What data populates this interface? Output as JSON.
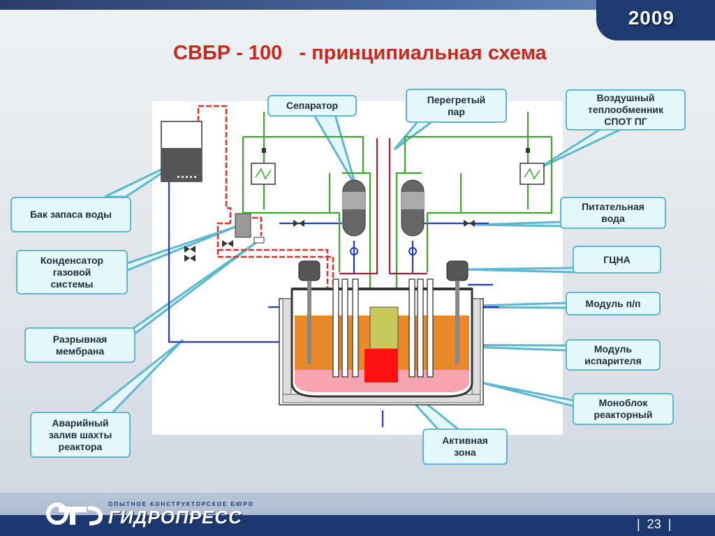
{
  "header": {
    "year": "2009",
    "title": "СВБР - 100   - принципиальная схема"
  },
  "labels": {
    "separator": "Сепаратор",
    "superheated_steam": "Перегретый\nпар",
    "air_heat_exchanger": "Воздушный\nтеплообменник\nСПОТ ПГ",
    "water_tank": "Бак запаса воды",
    "feed_water": "Питательная\nвода",
    "gas_condenser": "Конденсатор\nгазовой\nсистемы",
    "gcna": "ГЦНА",
    "module_pp": "Модуль п/п",
    "rupture_membrane": "Разрывная\nмембрана",
    "evaporator_module": "Модуль\nиспарителя",
    "monoblock": "Моноблок\nреакторный",
    "emergency_flood": "Аварийный\nзалив шахты\nреактора",
    "active_zone": "Активная\nзона"
  },
  "footer": {
    "logo_sub": "ОПЫТНОЕ КОНСТРУКТОРСКОЕ БЮРО",
    "logo_main": "ГИДРОПРЕСС",
    "page": "|  23  |"
  },
  "colors": {
    "title": "#c62a1e",
    "green": "#3aa82a",
    "red": "#e0302a",
    "blue": "#2438c8",
    "coolant": "#e98a2a",
    "core": "#ff1010",
    "callout_border": "#5db7d0",
    "callout_fill": "#e4f7fb"
  }
}
